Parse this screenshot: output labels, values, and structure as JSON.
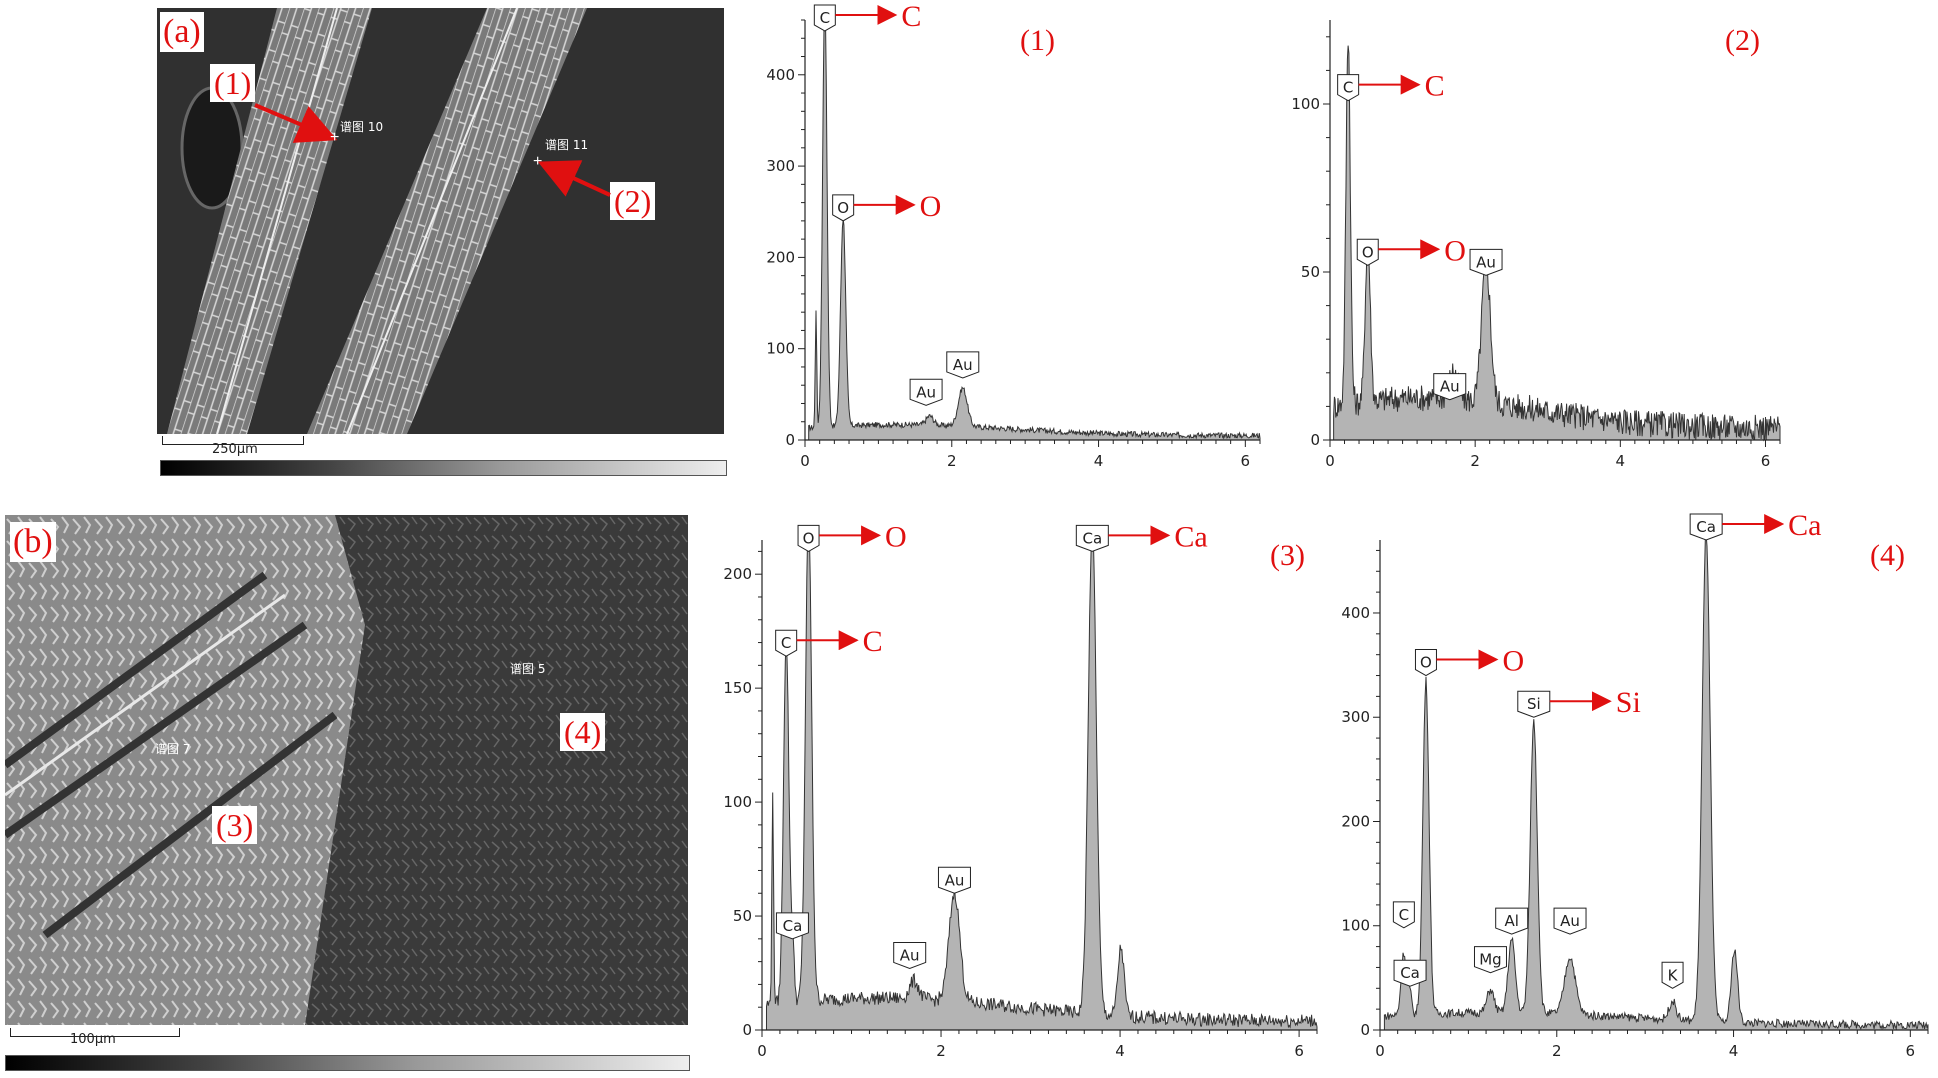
{
  "panels": {
    "a": {
      "label": "(a)",
      "scale_text": "250μm",
      "points": [
        {
          "label": "(1)",
          "mark": "谱图 10"
        },
        {
          "label": "(2)",
          "mark": "谱图 11"
        }
      ]
    },
    "b": {
      "label": "(b)",
      "scale_text": "100μm",
      "points": [
        {
          "label": "(3)",
          "mark": "谱图 7"
        },
        {
          "label": "(4)",
          "mark": "谱图 5"
        }
      ]
    }
  },
  "colors": {
    "spectrum_fill": "#b4b4b4",
    "spectrum_line": "#333333",
    "annotation": "#e01010"
  },
  "chart_data": [
    {
      "type": "area",
      "id_label": "(1)",
      "xlim": [
        0,
        6.2
      ],
      "ylim": [
        0,
        460
      ],
      "xticks": [
        0,
        2,
        4,
        6
      ],
      "yticks": [
        0,
        100,
        200,
        300,
        400
      ],
      "peaks": [
        {
          "x": 0.27,
          "h": 470,
          "w": 0.03
        },
        {
          "x": 0.52,
          "h": 228,
          "w": 0.035
        },
        {
          "x": 1.7,
          "h": 10,
          "w": 0.05
        },
        {
          "x": 2.15,
          "h": 42,
          "w": 0.06
        },
        {
          "x": 0.15,
          "h": 130,
          "w": 0.01
        }
      ],
      "baseline": 12,
      "noise": 3,
      "peak_labels": [
        {
          "text": "C",
          "x": 0.27,
          "y": 448,
          "arrow": "C"
        },
        {
          "text": "O",
          "x": 0.52,
          "y": 240,
          "arrow": "O"
        },
        {
          "text": "Au",
          "x": 1.65,
          "y": 38,
          "arrow": ""
        },
        {
          "text": "Au",
          "x": 2.15,
          "y": 68,
          "arrow": ""
        }
      ]
    },
    {
      "type": "area",
      "id_label": "(2)",
      "xlim": [
        0,
        6.2
      ],
      "ylim": [
        0,
        125
      ],
      "xticks": [
        0,
        2,
        4,
        6
      ],
      "yticks": [
        0,
        50,
        100
      ],
      "peaks": [
        {
          "x": 0.25,
          "h": 110,
          "w": 0.03
        },
        {
          "x": 0.52,
          "h": 48,
          "w": 0.035
        },
        {
          "x": 2.15,
          "h": 42,
          "w": 0.06
        },
        {
          "x": 1.7,
          "h": 8,
          "w": 0.06
        }
      ],
      "baseline": 9,
      "noise": 4,
      "peak_labels": [
        {
          "text": "C",
          "x": 0.25,
          "y": 101,
          "arrow": "C"
        },
        {
          "text": "O",
          "x": 0.52,
          "y": 52,
          "arrow": "O"
        },
        {
          "text": "Au",
          "x": 1.65,
          "y": 12,
          "arrow": ""
        },
        {
          "text": "Au",
          "x": 2.15,
          "y": 49,
          "arrow": ""
        }
      ]
    },
    {
      "type": "area",
      "id_label": "(3)",
      "xlim": [
        0,
        6.2
      ],
      "ylim": [
        0,
        215
      ],
      "xticks": [
        0,
        2,
        4,
        6
      ],
      "yticks": [
        0,
        50,
        100,
        150,
        200
      ],
      "peaks": [
        {
          "x": 0.27,
          "h": 160,
          "w": 0.03
        },
        {
          "x": 0.52,
          "h": 215,
          "w": 0.035
        },
        {
          "x": 0.34,
          "h": 25,
          "w": 0.02
        },
        {
          "x": 1.7,
          "h": 8,
          "w": 0.05
        },
        {
          "x": 2.15,
          "h": 48,
          "w": 0.06
        },
        {
          "x": 3.69,
          "h": 215,
          "w": 0.045
        },
        {
          "x": 4.01,
          "h": 30,
          "w": 0.035
        },
        {
          "x": 0.12,
          "h": 90,
          "w": 0.01
        }
      ],
      "baseline": 10,
      "noise": 3,
      "peak_labels": [
        {
          "text": "O",
          "x": 0.52,
          "y": 210,
          "arrow": "O"
        },
        {
          "text": "C",
          "x": 0.27,
          "y": 164,
          "arrow": "C"
        },
        {
          "text": "Ca",
          "x": 0.34,
          "y": 40,
          "arrow": ""
        },
        {
          "text": "Au",
          "x": 1.65,
          "y": 27,
          "arrow": ""
        },
        {
          "text": "Au",
          "x": 2.15,
          "y": 60,
          "arrow": ""
        },
        {
          "text": "Ca",
          "x": 3.69,
          "y": 210,
          "arrow": "Ca"
        }
      ]
    },
    {
      "type": "area",
      "id_label": "(4)",
      "xlim": [
        0,
        6.2
      ],
      "ylim": [
        0,
        470
      ],
      "xticks": [
        0,
        2,
        4,
        6
      ],
      "yticks": [
        0,
        100,
        200,
        300,
        400
      ],
      "peaks": [
        {
          "x": 0.27,
          "h": 60,
          "w": 0.03
        },
        {
          "x": 0.52,
          "h": 320,
          "w": 0.035
        },
        {
          "x": 0.34,
          "h": 20,
          "w": 0.02
        },
        {
          "x": 1.25,
          "h": 22,
          "w": 0.04
        },
        {
          "x": 1.49,
          "h": 70,
          "w": 0.04
        },
        {
          "x": 1.74,
          "h": 280,
          "w": 0.04
        },
        {
          "x": 2.15,
          "h": 55,
          "w": 0.06
        },
        {
          "x": 3.31,
          "h": 18,
          "w": 0.04
        },
        {
          "x": 3.69,
          "h": 470,
          "w": 0.045
        },
        {
          "x": 4.01,
          "h": 70,
          "w": 0.035
        }
      ],
      "baseline": 12,
      "noise": 4,
      "peak_labels": [
        {
          "text": "O",
          "x": 0.52,
          "y": 340,
          "arrow": "O"
        },
        {
          "text": "Si",
          "x": 1.74,
          "y": 300,
          "arrow": "Si"
        },
        {
          "text": "C",
          "x": 0.27,
          "y": 98,
          "arrow": ""
        },
        {
          "text": "Ca",
          "x": 0.34,
          "y": 42,
          "arrow": ""
        },
        {
          "text": "Mg",
          "x": 1.25,
          "y": 55,
          "arrow": ""
        },
        {
          "text": "Al",
          "x": 1.49,
          "y": 92,
          "arrow": ""
        },
        {
          "text": "Au",
          "x": 2.15,
          "y": 92,
          "arrow": ""
        },
        {
          "text": "K",
          "x": 3.31,
          "y": 40,
          "arrow": ""
        },
        {
          "text": "Ca",
          "x": 3.69,
          "y": 470,
          "arrow": "Ca"
        }
      ]
    }
  ]
}
